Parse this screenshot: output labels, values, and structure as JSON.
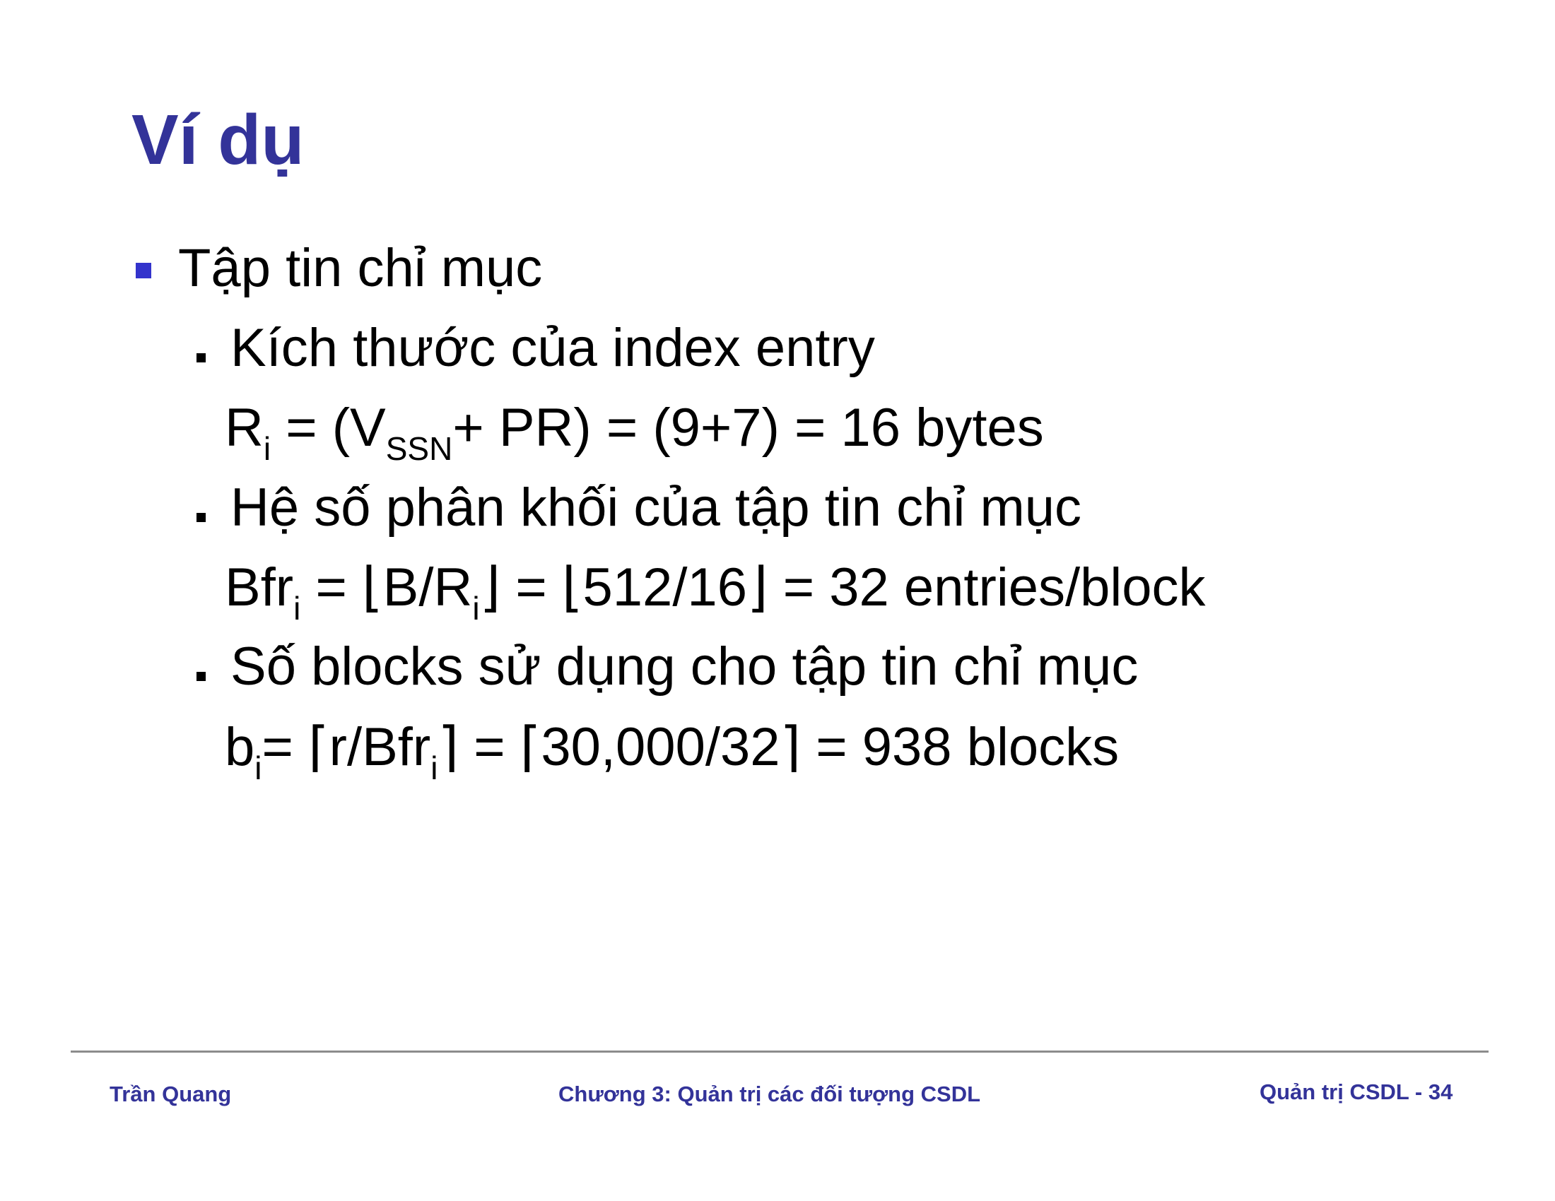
{
  "slide": {
    "title": "Ví dụ",
    "bullet1": "Tập tin chỉ mục",
    "items": [
      {
        "label": "Kích thước của index entry",
        "formula": {
          "a": "R",
          "a_sub": "i",
          "b": " = (V",
          "b_sub": "SSN",
          "c": "+ PR) = (9+7) = 16 bytes"
        }
      },
      {
        "label": "Hệ số phân khối của tập tin chỉ mục",
        "formula": {
          "a": "Bfr",
          "a_sub": "i",
          "b": " = ",
          "floor_left": "⌊",
          "c": "B/R",
          "c_sub": "i",
          "floor_right": "⌋",
          "d": " = ",
          "floor_left2": "⌊",
          "e": "512/16",
          "floor_right2": "⌋",
          "f": " = 32 entries/block"
        }
      },
      {
        "label": "Số blocks sử dụng cho tập tin chỉ mục",
        "formula": {
          "a": "b",
          "a_sub": "i",
          "b": "= ",
          "ceil_left": "⌈",
          "c": "r/Bfr",
          "c_sub": "i",
          "ceil_right": "⌉",
          "d": " = ",
          "ceil_left2": "⌈",
          "e": "30,000/32",
          "ceil_right2": "⌉",
          "f": " = 938 blocks"
        }
      }
    ]
  },
  "footer": {
    "author": "Trần Quang",
    "chapter": "Chương 3: Quản trị các đối tượng CSDL",
    "page": "Quản trị CSDL - 34"
  },
  "colors": {
    "title": "#333399",
    "bullet": "#3333cc",
    "footer_text": "#333399",
    "rule": "#8c8c8c"
  }
}
